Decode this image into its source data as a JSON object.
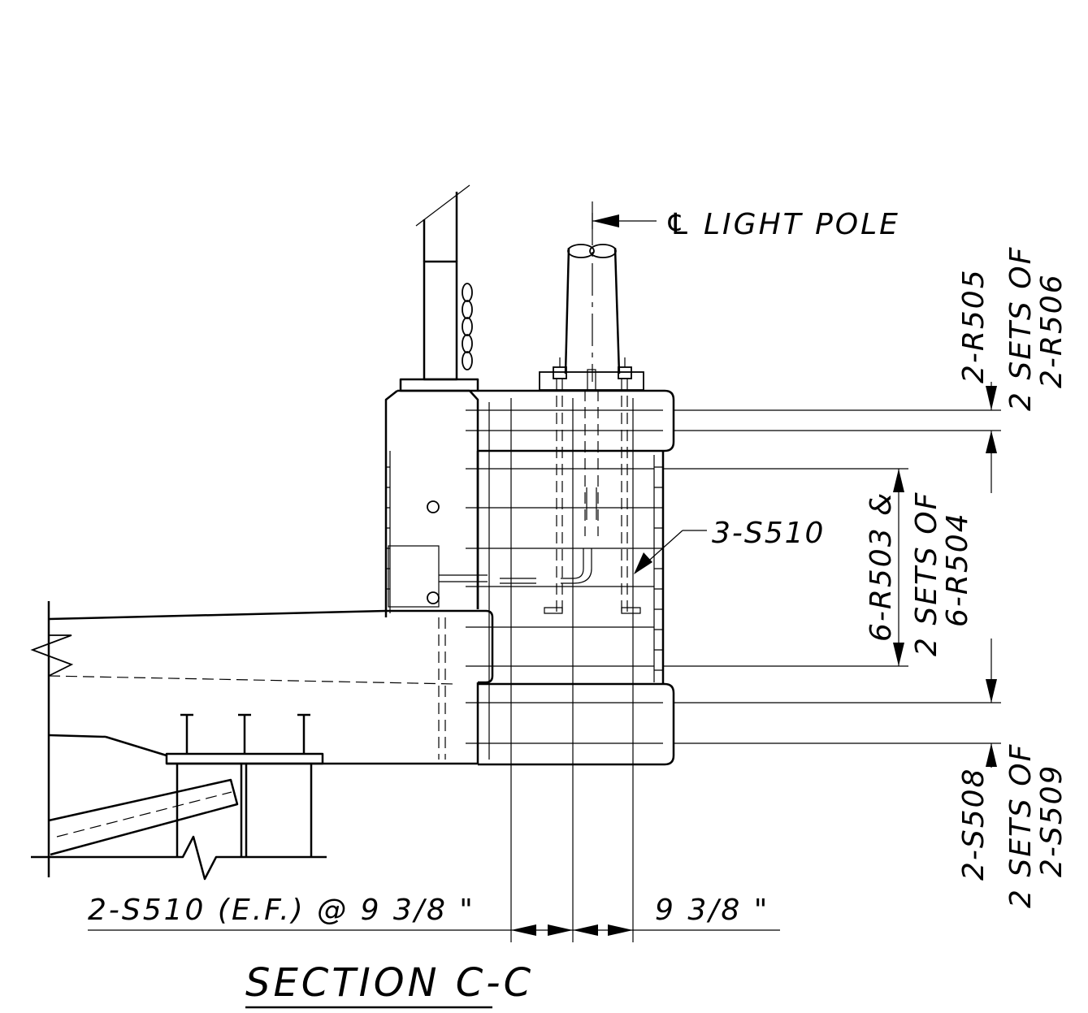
{
  "labels": {
    "light_pole": "LIGHT POLE",
    "light_pole_cl": "℄",
    "stirrup_callout": "3-S510",
    "top_bars_left": "2-R505",
    "top_bars_right_1": "2 SETS OF",
    "top_bars_right_2": "2-R506",
    "mid_bars_left": "6-R503 &",
    "mid_bars_right_1": "2 SETS OF",
    "mid_bars_right_2": "6-R504",
    "bottom_bars_left": "2-S508",
    "bottom_bars_right_1": "2 SETS OF",
    "bottom_bars_right_2": "2-S509",
    "spacing_left": "2-S510 (E.F.) @ 9 3/8 \"",
    "spacing_right": "9 3/8 \"",
    "section_title": "SECTION C-C"
  }
}
